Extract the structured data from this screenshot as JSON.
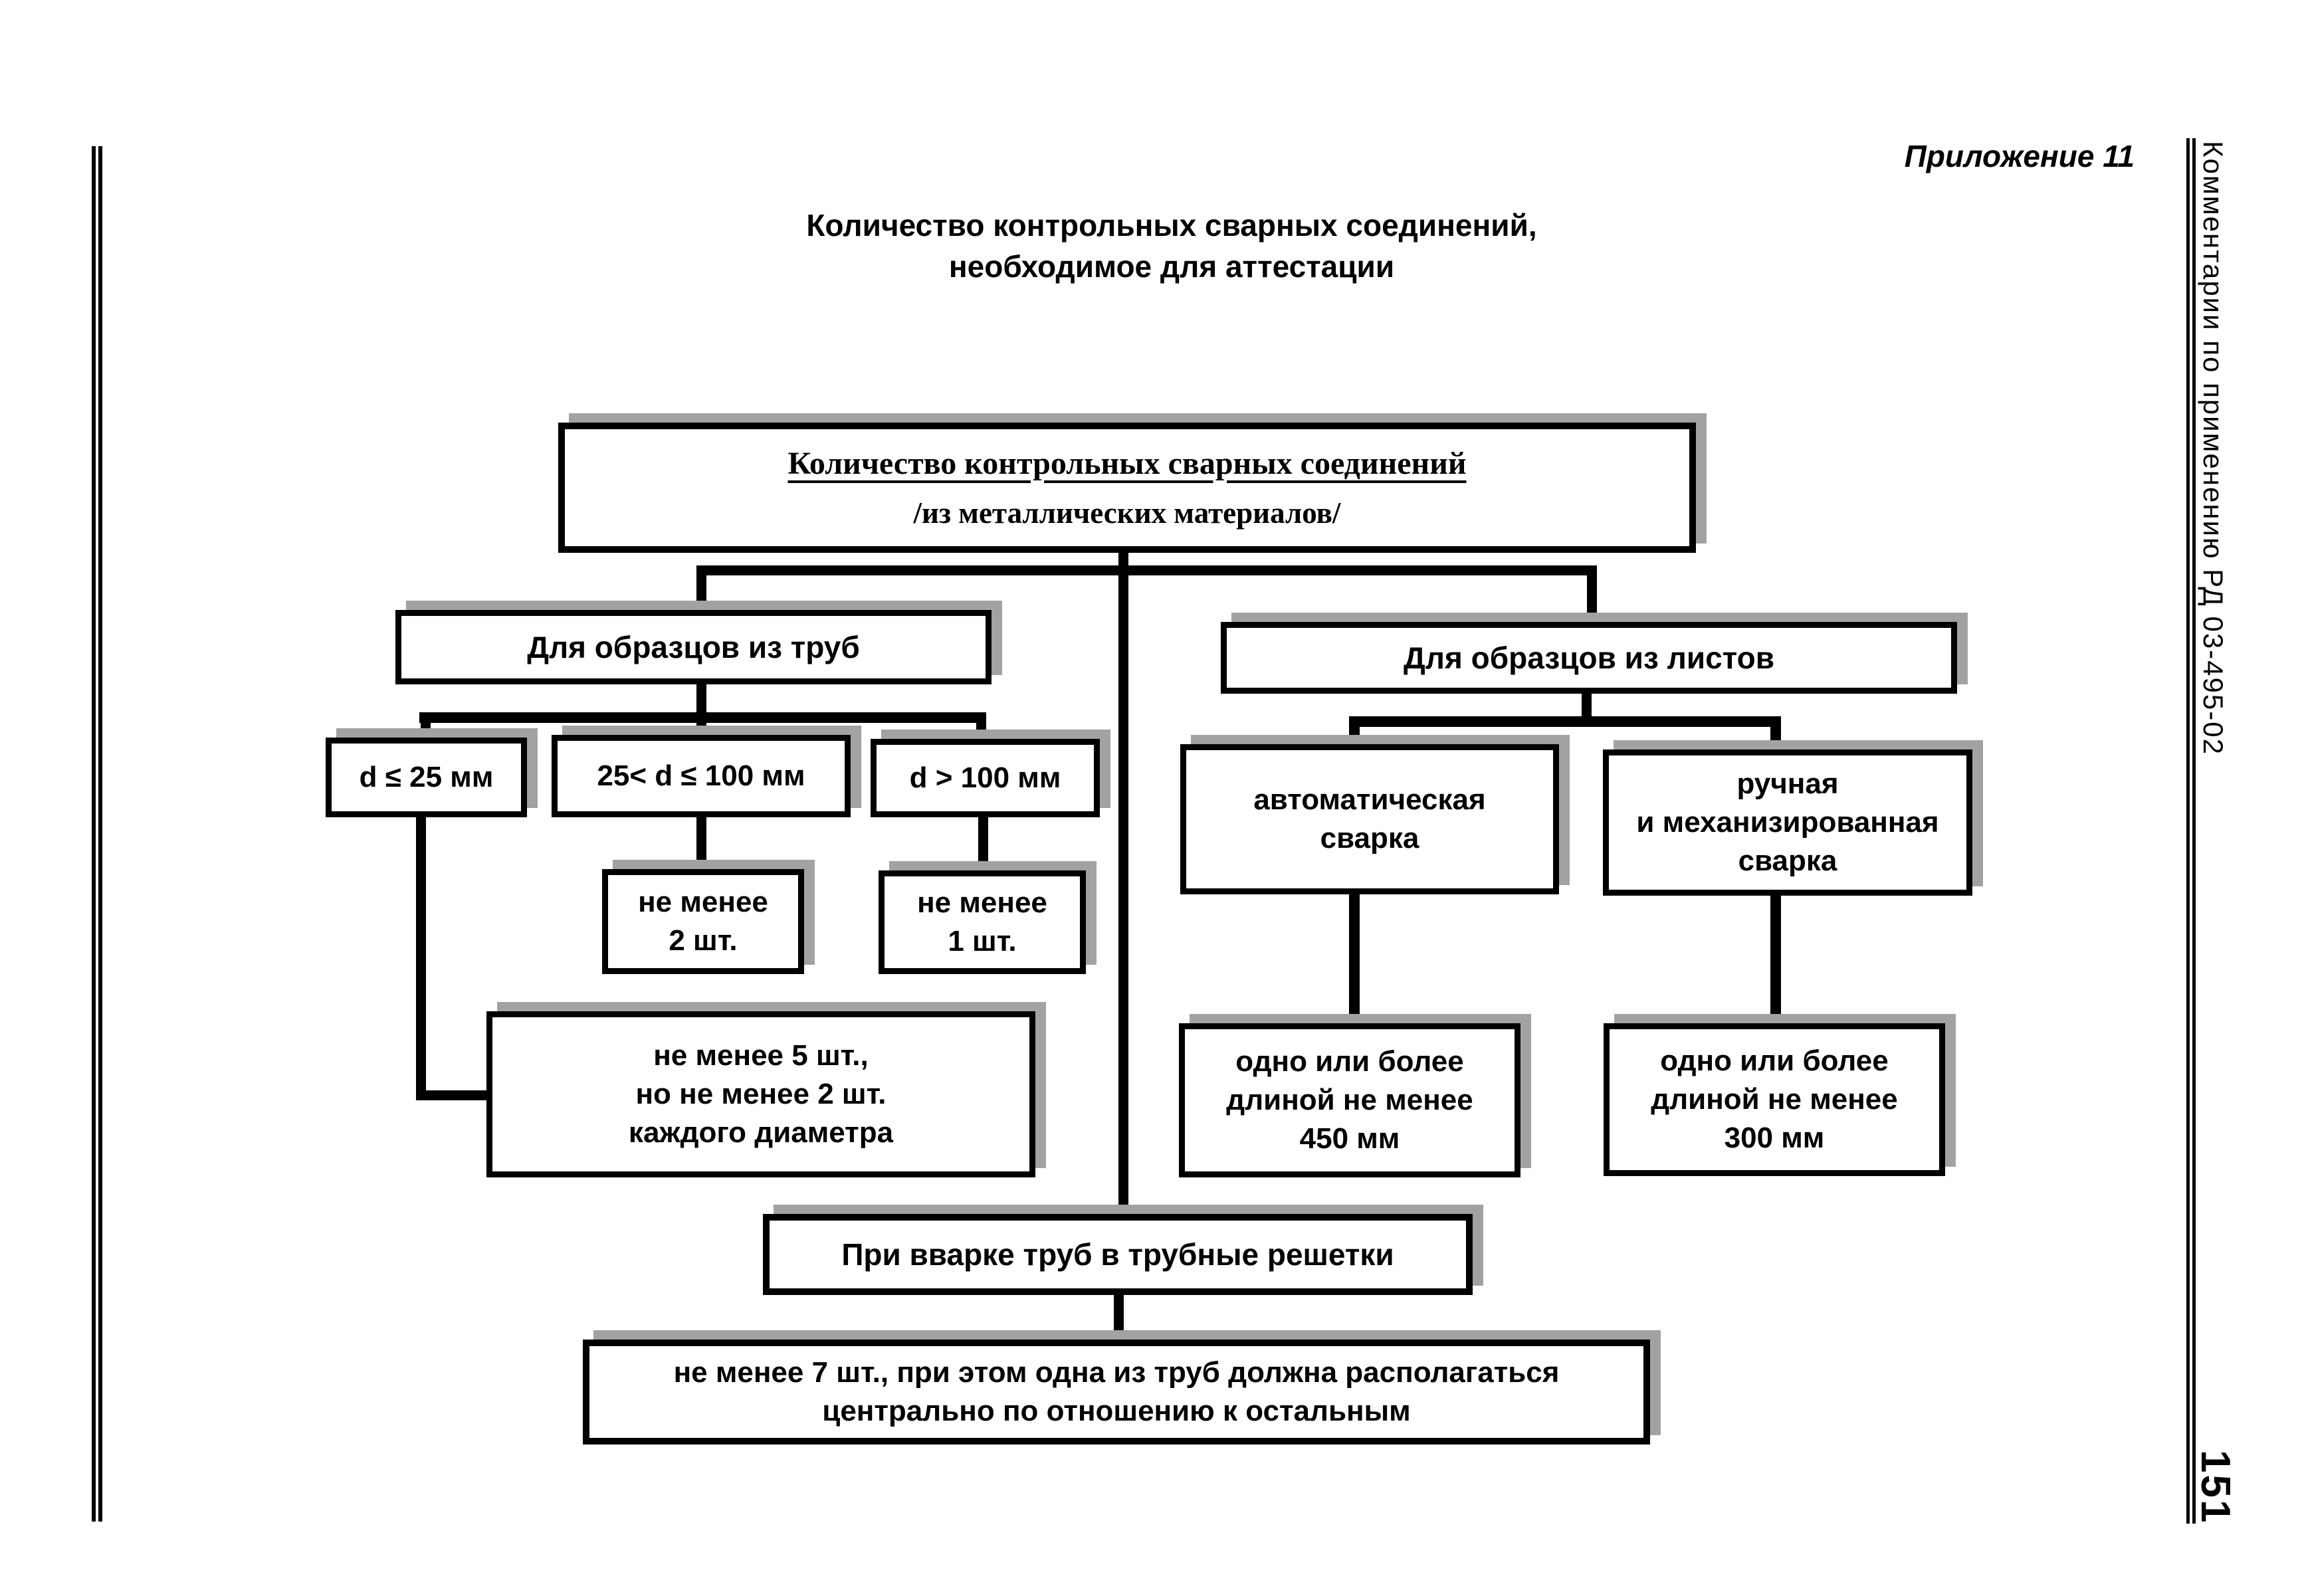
{
  "header": {
    "appendix": "Приложение 11",
    "title": "Количество контрольных сварных соединений,\nнеобходимое для аттестации"
  },
  "sidebar": {
    "text": "Комментарии по применению РД 03-495-02",
    "page_number": "151"
  },
  "flowchart": {
    "root": {
      "title": "Количество контрольных сварных соединений",
      "subtitle": "/из металлических материалов/"
    },
    "tubes_branch": {
      "header": "Для образцов из труб",
      "d_le_25": "d ≤ 25 мм",
      "d_25_to_100": "25< d ≤ 100 мм",
      "d_gt_100": "d > 100 мм",
      "min_2": "не менее\n2 шт.",
      "min_1": "не менее\n1 шт.",
      "min_5": "не менее 5 шт.,\nно не менее 2 шт.\nкаждого диаметра"
    },
    "sheets_branch": {
      "header": "Для образцов из листов",
      "auto": "автоматическая\nсварка",
      "manual": "ручная\nи механизированная\nсварка",
      "auto_req": "одно или более\nдлиной не менее\n450 мм",
      "manual_req": "одно или более\nдлиной не менее\n300 мм"
    },
    "tube_grid": {
      "header": "При вварке труб в трубные решетки",
      "req": "не менее 7 шт., при этом одна из труб должна располагаться\nцентрально по отношению к остальным"
    }
  },
  "colors": {
    "ink": "#000000",
    "shadow": "#a2a2a2",
    "paper": "#ffffff"
  }
}
